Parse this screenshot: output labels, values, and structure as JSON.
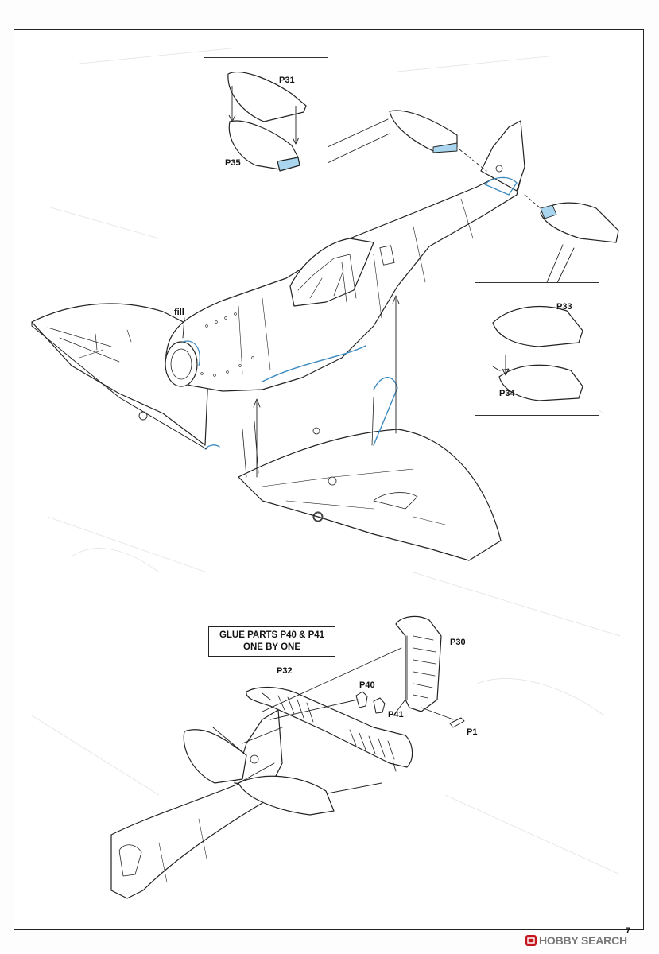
{
  "callouts": {
    "top_left": {
      "part_a": "P31",
      "part_b": "P35"
    },
    "right": {
      "part_a": "P33",
      "part_b": "P34"
    }
  },
  "annotations": {
    "fill": "fill"
  },
  "note": {
    "line1": "GLUE PARTS P40 & P41",
    "line2": "ONE BY ONE"
  },
  "parts": {
    "rudder": "P30",
    "elevator": "P32",
    "part_p40": "P40",
    "part_p41": "P41",
    "part_p1": "P1"
  },
  "page_number": "7",
  "watermark": {
    "brand": "HOBBY SEARCH",
    "logo_color": "#c4161c",
    "text_color": "#777777"
  },
  "colors": {
    "highlight_blue": "#a9d6ee",
    "line": "#222222"
  }
}
